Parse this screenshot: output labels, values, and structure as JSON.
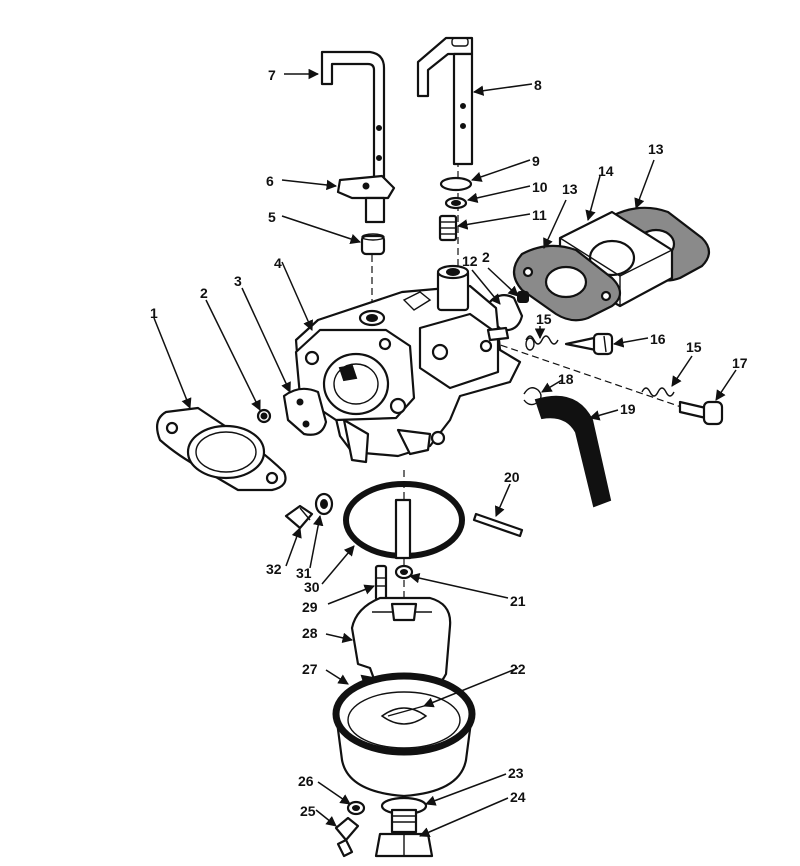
{
  "callouts": [
    "1",
    "2",
    "2",
    "3",
    "4",
    "5",
    "6",
    "7",
    "8",
    "9",
    "10",
    "11",
    "12",
    "13",
    "13",
    "14",
    "15",
    "15",
    "16",
    "17",
    "18",
    "19",
    "20",
    "21",
    "22",
    "23",
    "24",
    "25",
    "26",
    "27",
    "28",
    "29",
    "30",
    "31",
    "32"
  ]
}
